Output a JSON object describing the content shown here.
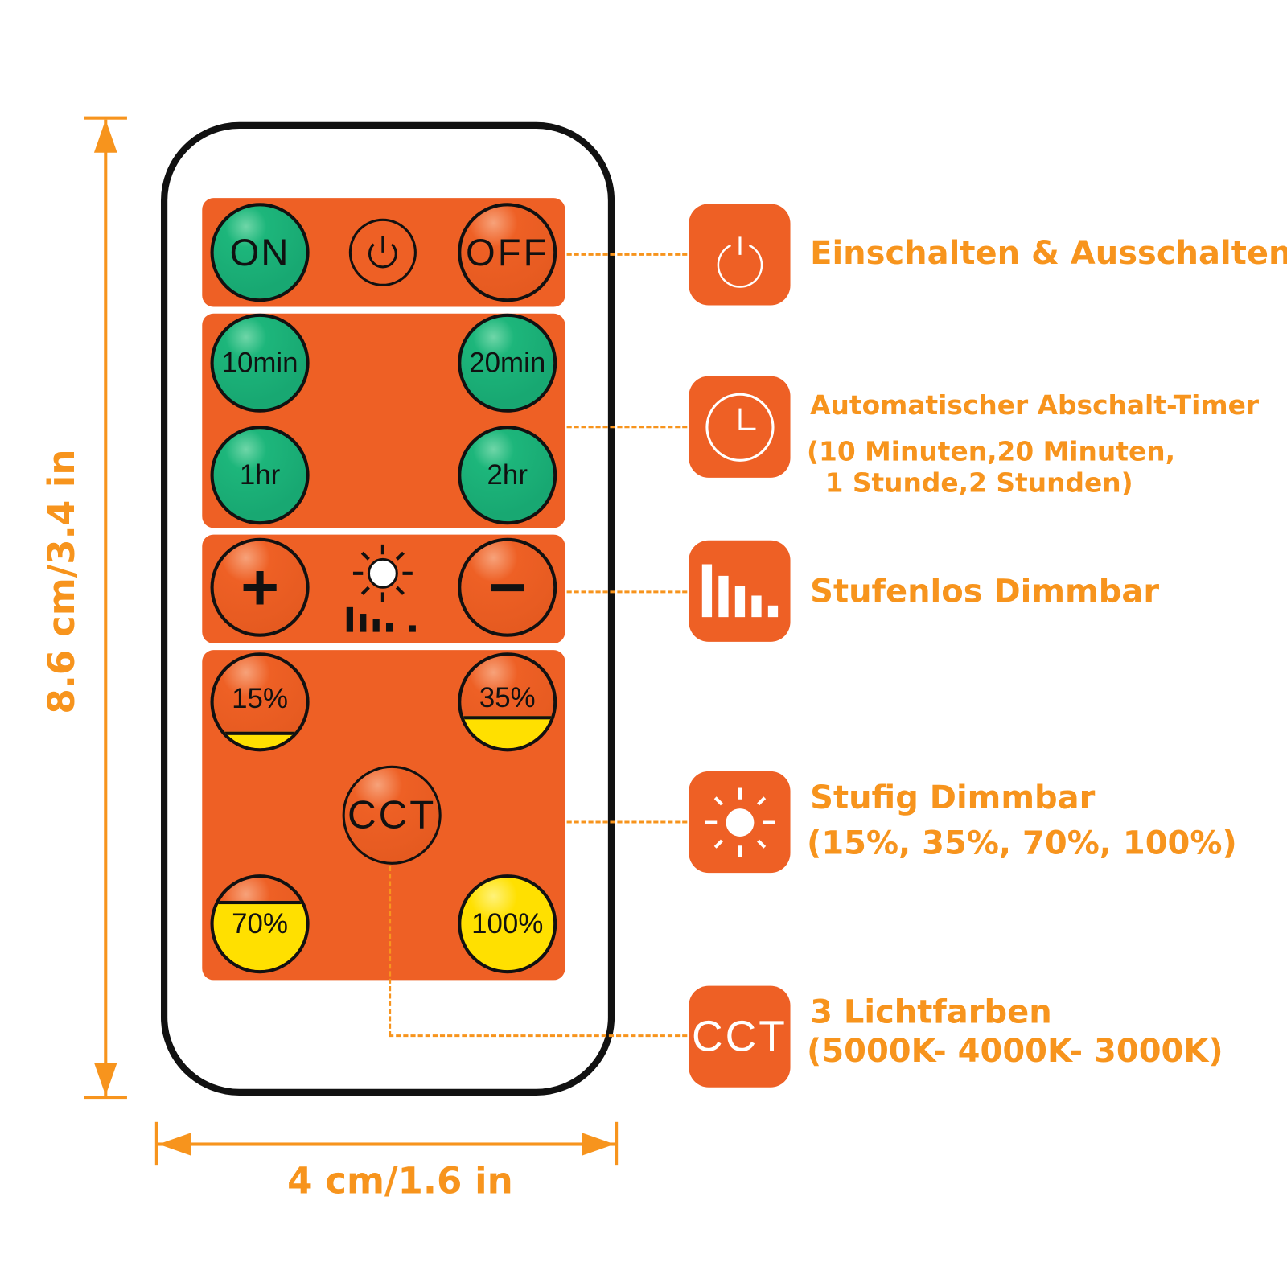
{
  "remote": {
    "buttons": {
      "on": "ON",
      "off": "OFF",
      "timer_10": "10min",
      "timer_20": "20min",
      "timer_1h": "1hr",
      "timer_2h": "2hr",
      "plus": "+",
      "minus": "−",
      "level_15": "15%",
      "level_35": "35%",
      "level_70": "70%",
      "level_100": "100%",
      "cct": "CCT"
    },
    "level_fills": {
      "level_15": 0.15,
      "level_35": 0.35,
      "level_70": 0.7,
      "level_100": 1.0
    }
  },
  "features": [
    {
      "icon": "power-icon",
      "title": "Einschalten & Ausschalten"
    },
    {
      "icon": "clock-icon",
      "title": "Automatischer Abschalt-Timer",
      "line2": "(10 Minuten,20 Minuten,",
      "line3": "1 Stunde,2 Stunden)"
    },
    {
      "icon": "dimming-bars-icon",
      "title": "Stufenlos Dimmbar"
    },
    {
      "icon": "sun-icon",
      "title": "Stufig Dimmbar",
      "line2": "(15%, 35%, 70%, 100%)"
    },
    {
      "icon": "cct-icon",
      "icon_text": "CCT",
      "title": "3 Lichtfarben",
      "line2": "(5000K- 4000K- 3000K)"
    }
  ],
  "dimensions": {
    "height": "8.6 cm/3.4 in",
    "width": "4 cm/1.6 in"
  },
  "colors": {
    "panel": "#EE6025",
    "accent": "#F7941D",
    "green": "#1DB67B",
    "yellow": "#FFE000"
  }
}
